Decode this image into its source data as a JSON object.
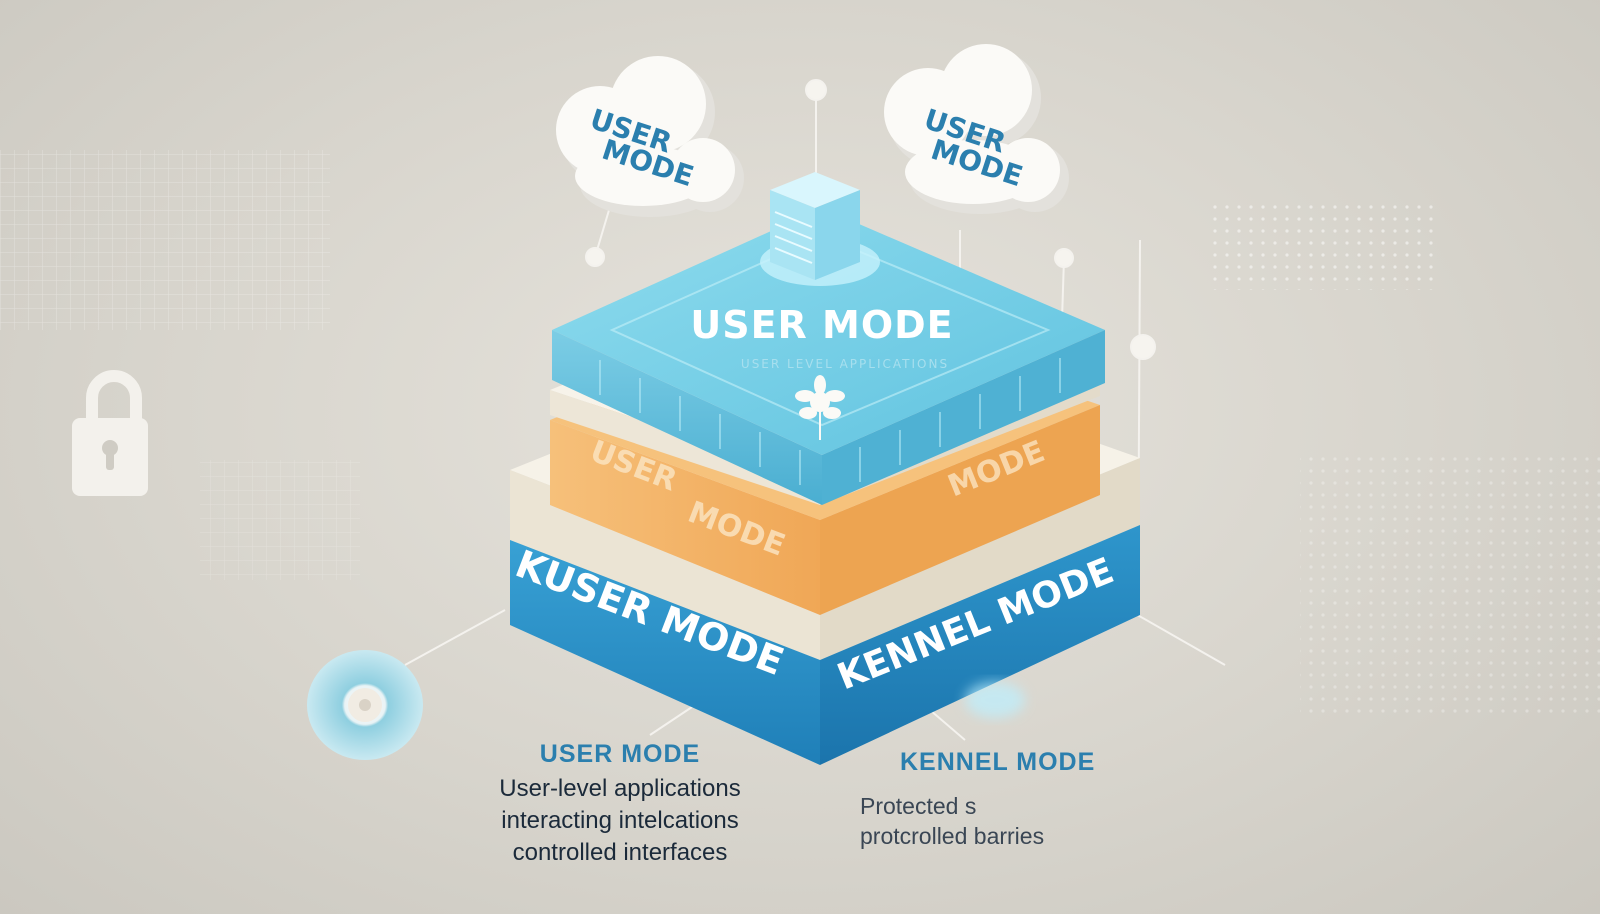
{
  "clouds": [
    {
      "line1": "USER",
      "line2": "MODE"
    },
    {
      "line1": "USER",
      "line2": "MODE"
    }
  ],
  "layers": {
    "top_label": "USER MODE",
    "top_sublabel": "USER LEVEL APPLICATIONS",
    "middle_left_label": "USER",
    "middle_left_label_2": "MODE",
    "middle_right_label": "MODE",
    "bottom_left_label": "KUSER MODE",
    "bottom_right_label": "KENNEL MODE"
  },
  "captions": {
    "user": {
      "title": "USER MODE",
      "lines": [
        "User-level applications",
        "interacting intelcations",
        "controlled interfaces"
      ]
    },
    "kernel": {
      "title": "KENNEL MODE",
      "lines": [
        "Protected s",
        "protcrolled barries"
      ]
    }
  },
  "colors": {
    "top_layer": "#7fd0e6",
    "cream_layer": "#f4efe2",
    "orange_layer": "#f2b469",
    "bottom_layer": "#2b93c9",
    "accent_text": "#2b7fae"
  },
  "icons": [
    "padlock-icon",
    "disc-icon",
    "server-cube-icon",
    "flower-icon"
  ]
}
